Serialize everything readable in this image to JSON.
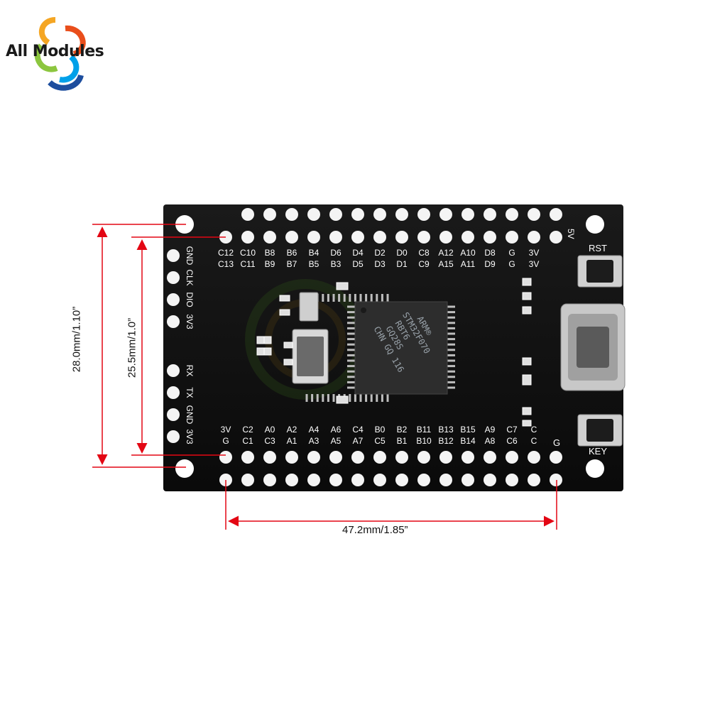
{
  "logo": {
    "text": "All Modules",
    "colors": [
      "#f5a623",
      "#e94e1b",
      "#8cc63f",
      "#00a0e9",
      "#1d4e9e"
    ]
  },
  "board": {
    "color": "#111111",
    "silk_color": "#ffffff",
    "pin_labels_top_row1": [
      "C12",
      "C10",
      "B8",
      "B6",
      "B4",
      "D6",
      "D4",
      "D2",
      "D0",
      "C8",
      "A12",
      "A10",
      "D8",
      "G",
      "3V"
    ],
    "pin_labels_top_row2": [
      "C13",
      "C11",
      "B9",
      "B7",
      "B5",
      "B3",
      "D5",
      "D3",
      "D1",
      "C9",
      "A15",
      "A11",
      "D9",
      "G",
      "3V"
    ],
    "pin_labels_bottom_row1": [
      "3V",
      "C2",
      "A0",
      "A2",
      "A4",
      "A6",
      "C4",
      "B0",
      "B2",
      "B11",
      "B13",
      "B15",
      "A9",
      "C7",
      "C"
    ],
    "pin_labels_bottom_row2": [
      "G",
      "C1",
      "C3",
      "A1",
      "A3",
      "A5",
      "A7",
      "C5",
      "B1",
      "B10",
      "B12",
      "B14",
      "A8",
      "C6",
      "C"
    ],
    "left_labels_top": [
      "GND",
      "CLK",
      "DIO",
      "3V3"
    ],
    "left_labels_bottom": [
      "RX",
      "TX",
      "GND",
      "3V3"
    ],
    "label_5v": "5V",
    "label_g": "G",
    "button_rst": "RST",
    "button_key": "KEY",
    "chip_text": [
      "ARM®",
      "STM32F070",
      "RBT6",
      "GQ28S",
      "CHN GQ 116"
    ]
  },
  "dimensions": {
    "width": "47.2mm/1.85”",
    "height_outer": "28.0mm/1.10”",
    "height_inner": "25.5mm/1.0”",
    "line_color": "#e30613"
  }
}
